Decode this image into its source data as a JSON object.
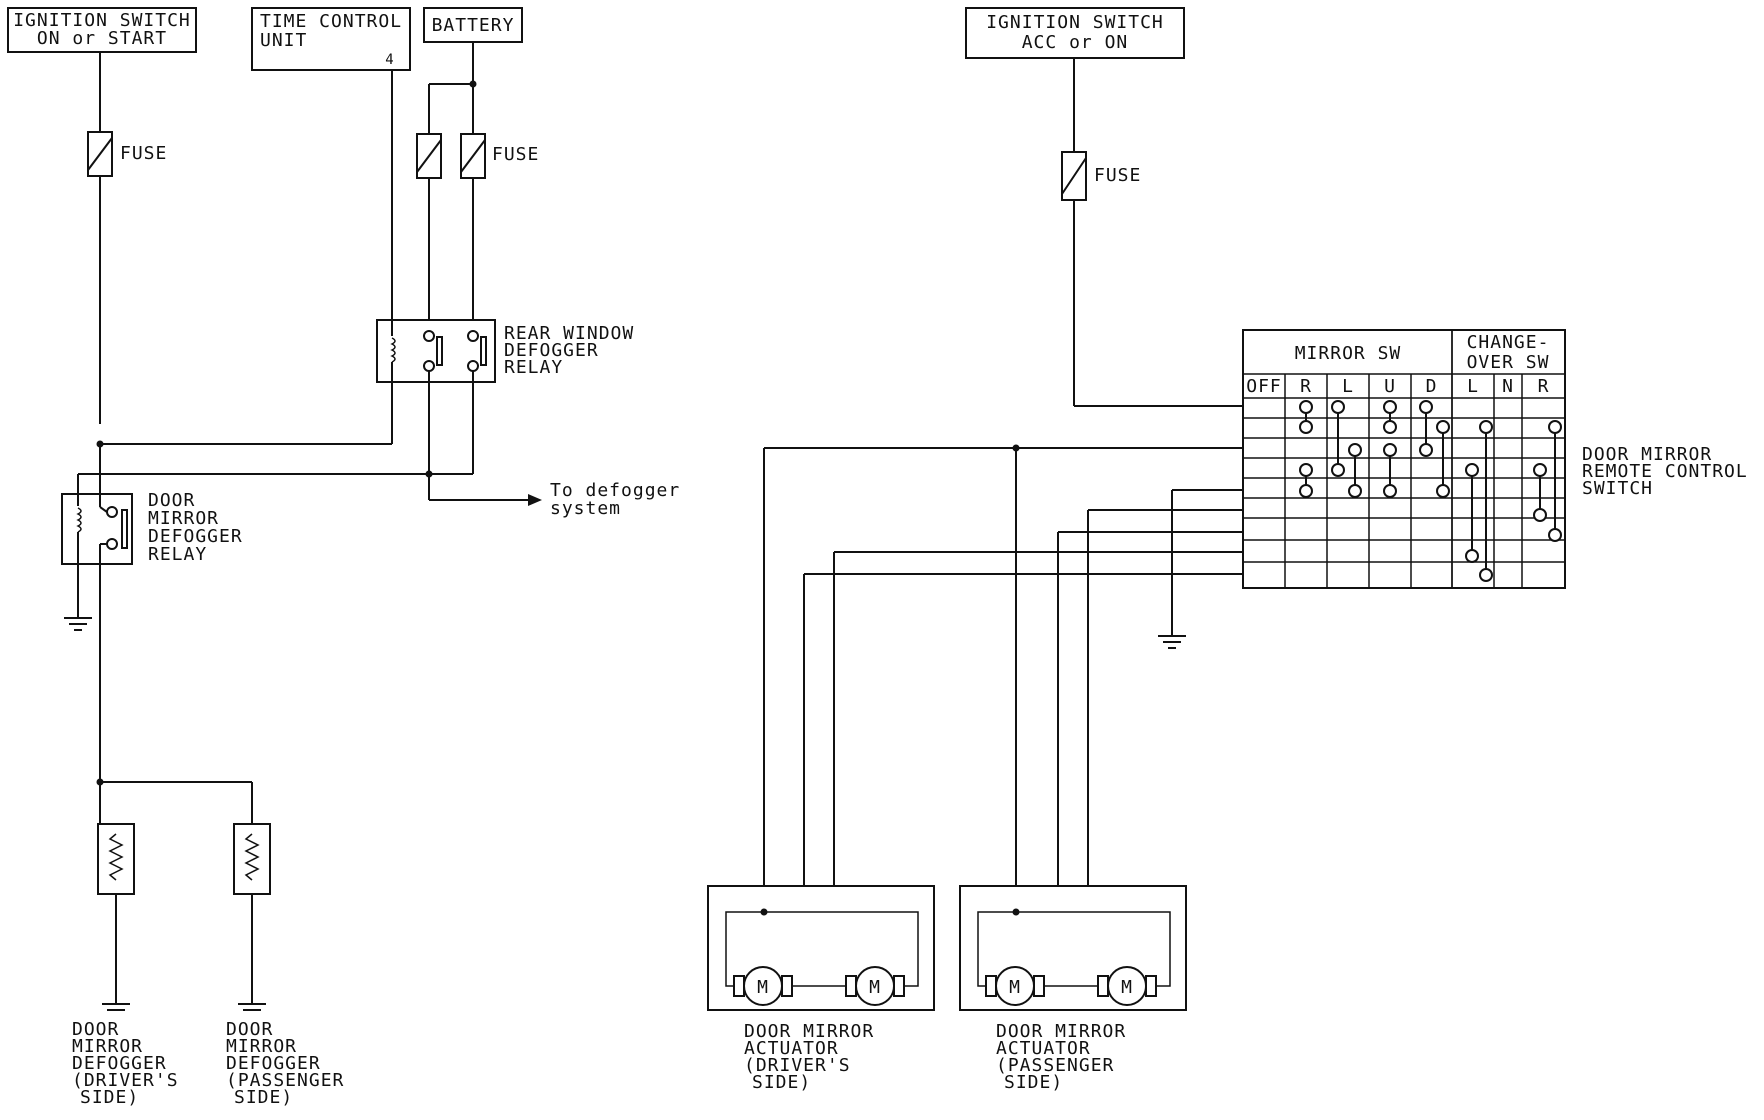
{
  "left": {
    "ignition_on_start": [
      "IGNITION SWITCH",
      "ON or START"
    ],
    "time_control_unit": [
      "TIME CONTROL",
      "UNIT"
    ],
    "tcu_pin": "4",
    "battery": "BATTERY",
    "fuse_1": "FUSE",
    "fuse_2": "FUSE",
    "rear_relay": [
      "REAR WINDOW",
      "DEFOGGER",
      "RELAY"
    ],
    "door_relay": [
      "DOOR",
      "MIRROR",
      "DEFOGGER",
      "RELAY"
    ],
    "to_defogger": [
      "To defogger",
      "system"
    ],
    "defogger_driver": [
      "DOOR",
      "MIRROR",
      "DEFOGGER",
      "(DRIVER'S",
      "SIDE)"
    ],
    "defogger_passenger": [
      "DOOR",
      "MIRROR",
      "DEFOGGER",
      "(PASSENGER",
      "SIDE)"
    ]
  },
  "right": {
    "ignition_acc_on": [
      "IGNITION SWITCH",
      "ACC or ON"
    ],
    "fuse": "FUSE",
    "switch_table": {
      "mirror_sw": "MIRROR SW",
      "changeover_sw": [
        "CHANGE-",
        "OVER SW"
      ],
      "columns": [
        "OFF",
        "R",
        "L",
        "U",
        "D",
        "L",
        "N",
        "R"
      ]
    },
    "remote_switch": [
      "DOOR MIRROR",
      "REMOTE CONTROL",
      "SWITCH"
    ],
    "motor_label": "M",
    "actuator_driver": [
      "DOOR MIRROR",
      "ACTUATOR",
      "(DRIVER'S",
      "SIDE)"
    ],
    "actuator_passenger": [
      "DOOR MIRROR",
      "ACTUATOR",
      "(PASSENGER",
      "SIDE)"
    ]
  }
}
